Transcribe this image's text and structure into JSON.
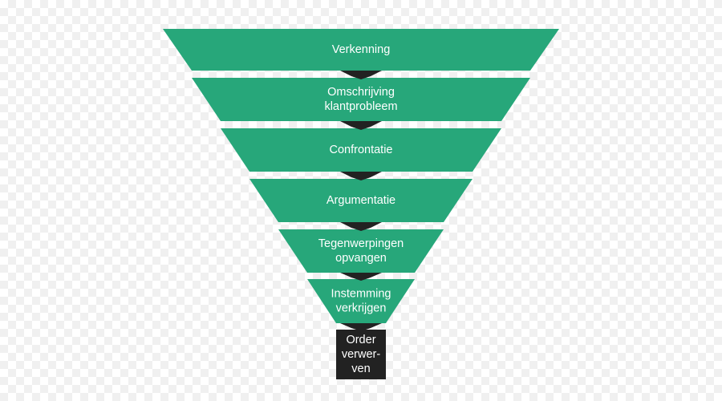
{
  "funnel": {
    "colors": {
      "stage": "#27a77a",
      "connector": "#222222",
      "final_box": "#222222",
      "text": "#ffffff"
    },
    "stages": [
      {
        "lines": [
          "Verkenning"
        ]
      },
      {
        "lines": [
          "Omschrijving",
          "klantprobleem"
        ]
      },
      {
        "lines": [
          "Confrontatie"
        ]
      },
      {
        "lines": [
          "Argumentatie"
        ]
      },
      {
        "lines": [
          "Tegenwerpingen",
          "opvangen"
        ]
      },
      {
        "lines": [
          "Instemming",
          "verkrijgen"
        ]
      }
    ],
    "final": {
      "lines": [
        "Order",
        "verwer-",
        "ven"
      ]
    }
  }
}
